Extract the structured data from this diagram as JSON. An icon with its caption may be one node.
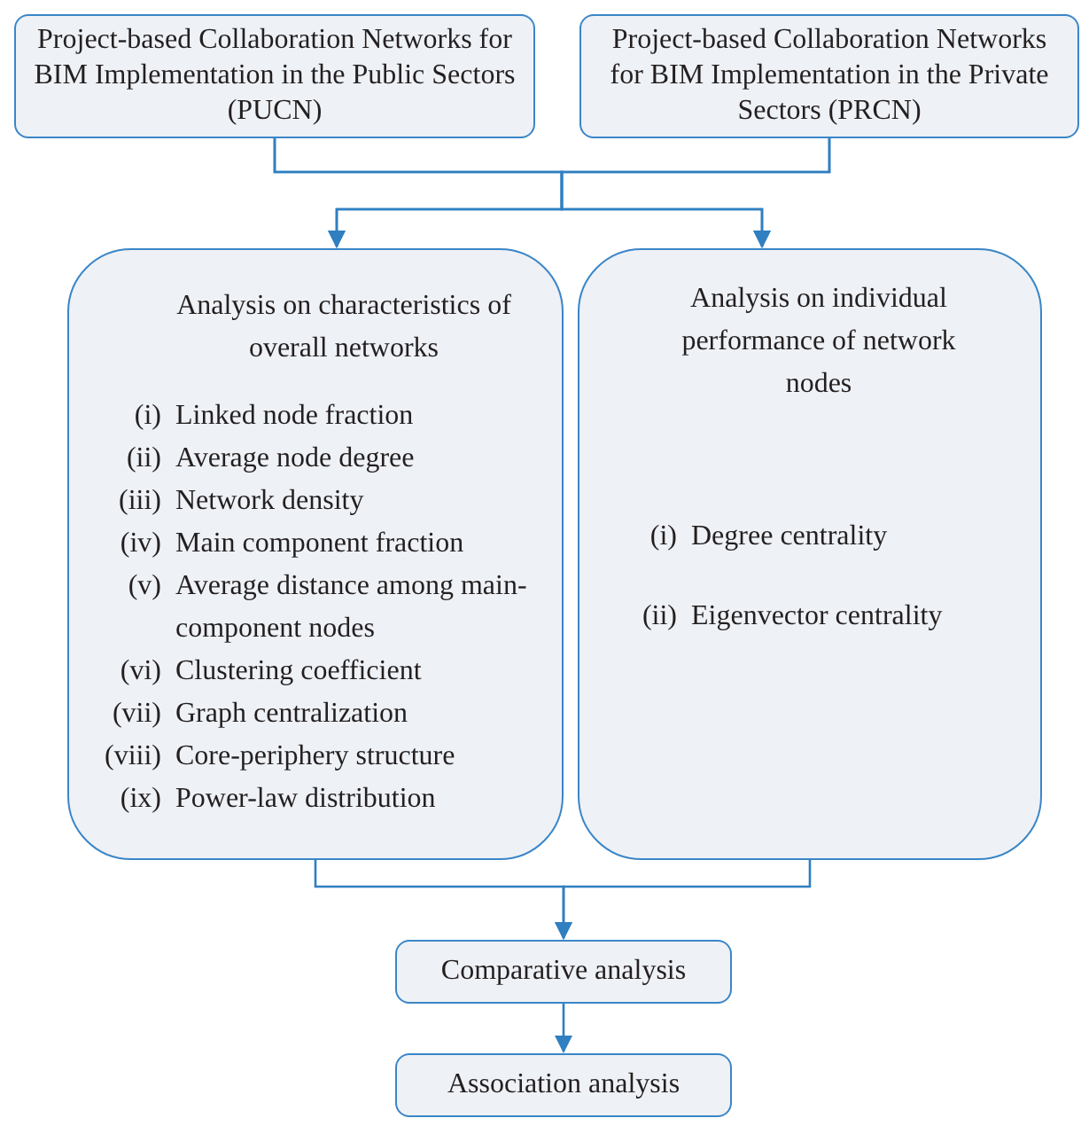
{
  "diagram": {
    "nodes": [
      {
        "text": [
          "Project-based Collaboration Networks for BIM Implementation in the Public Sectors (PUCN)"
        ]
      },
      {
        "text": [
          "Project-based Collaboration Networks for BIM Implementation in the Private Sectors (PRCN)"
        ]
      },
      {
        "text": [
          "Analysis on characteristics of overall networks",
          "(i)",
          "Linked node fraction",
          "(ii)",
          "Average node degree",
          "(iii)",
          "Network density",
          "(iv)",
          "Main component fraction",
          "(v)",
          "Average distance among main-component nodes",
          "(vi)",
          "Clustering coefficient",
          "(vii)",
          "Graph centralization",
          "(viii)",
          "Core-periphery structure",
          "(ix)",
          "Power-law distribution"
        ]
      },
      {
        "text": [
          "Analysis on individual performance of network nodes",
          "(i)",
          "Degree centrality",
          "(ii)",
          "Eigenvector centrality"
        ]
      },
      {
        "text": [
          "Comparative analysis"
        ]
      },
      {
        "text": [
          "Association analysis"
        ]
      }
    ],
    "edges": [
      {
        "from": 0,
        "to": 2,
        "arrow": "to"
      },
      {
        "from": 0,
        "to": 3,
        "arrow": "to"
      },
      {
        "from": 1,
        "to": 2,
        "arrow": "to"
      },
      {
        "from": 1,
        "to": 3,
        "arrow": "to"
      },
      {
        "from": 2,
        "to": 4,
        "arrow": "to"
      },
      {
        "from": 3,
        "to": 4,
        "arrow": "to"
      },
      {
        "from": 4,
        "to": 5,
        "arrow": "to"
      }
    ]
  }
}
